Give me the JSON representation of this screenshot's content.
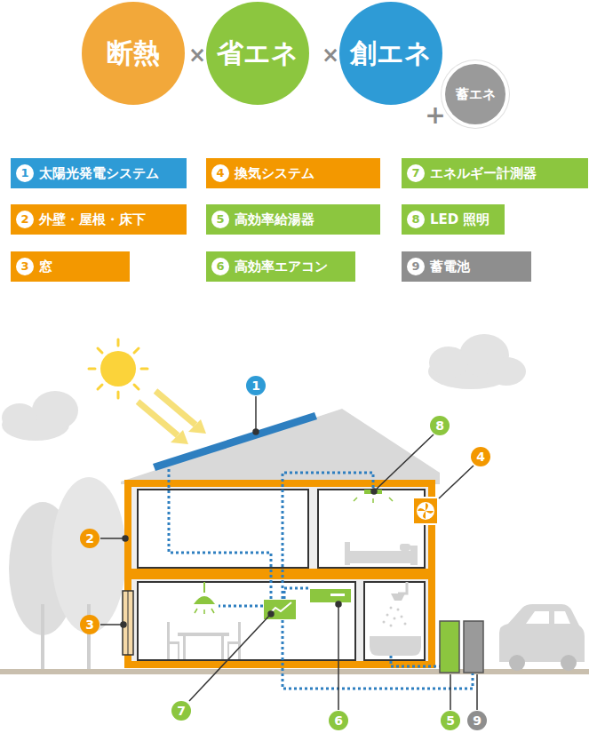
{
  "diagram": {
    "nodes": [
      {
        "text": [
          "断熱"
        ]
      },
      {
        "text": [
          "省エネ"
        ]
      },
      {
        "text": [
          "創エネ"
        ]
      },
      {
        "text": [
          "蓄エネ"
        ]
      },
      {
        "text": [
          "1",
          "太陽光発電システム"
        ]
      },
      {
        "text": [
          "2",
          "外壁・屋根・床下"
        ]
      },
      {
        "text": [
          "3",
          "窓"
        ]
      },
      {
        "text": [
          "4",
          "換気システム"
        ]
      },
      {
        "text": [
          "5",
          "高効率給湯器"
        ]
      },
      {
        "text": [
          "6",
          "高効率エアコン"
        ]
      },
      {
        "text": [
          "7",
          "エネルギー計測器"
        ]
      },
      {
        "text": [
          "8",
          "LED 照明"
        ]
      },
      {
        "text": [
          "9",
          "蓄電池"
        ]
      }
    ],
    "labels": [
      "×",
      "×",
      "+",
      "1",
      "8",
      "4",
      "2",
      "3",
      "7",
      "6",
      "5",
      "9"
    ]
  }
}
